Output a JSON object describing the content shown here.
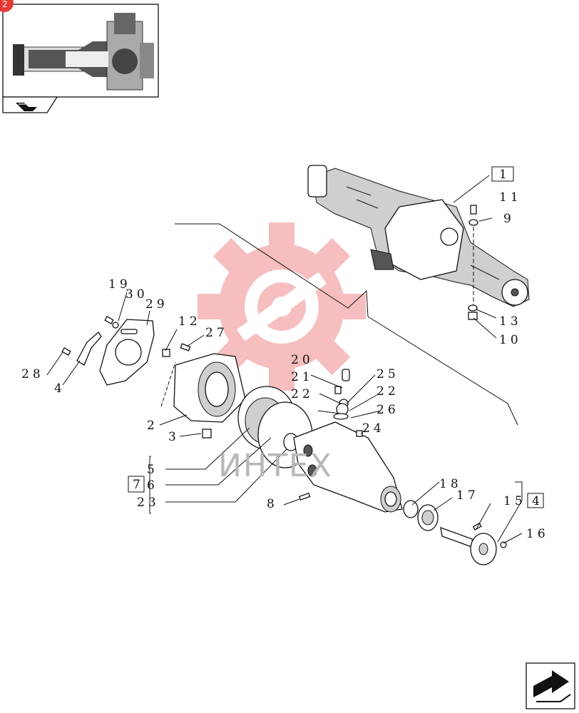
{
  "badge": {
    "text": "2",
    "color": "#e53935"
  },
  "watermark": {
    "text": "ИНТЕХ",
    "logo_color": "#f08a8a"
  },
  "icons": {
    "thumbnail_nav": "page-back-icon",
    "next_page": "page-forward-icon",
    "logo": "gear-logo-icon"
  },
  "callouts": {
    "c1": "1",
    "c2": "2",
    "c3": "3",
    "c4": "4",
    "c5": "5",
    "c6": "6",
    "c7": "7",
    "c8": "8",
    "c9": "9",
    "c10": "10",
    "c11": "11",
    "c12": "12",
    "c13": "13",
    "c15": "15",
    "c16": "16",
    "c17": "17",
    "c18": "18",
    "c19": "19",
    "c20": "20",
    "c21": "21",
    "c22a": "22",
    "c22b": "22",
    "c23": "23",
    "c24": "24",
    "c25": "25",
    "c26": "26",
    "c27": "27",
    "c28": "28",
    "c29": "29",
    "c30": "30"
  },
  "boxed": {
    "b1": "1",
    "b4": "4",
    "b7": "7"
  }
}
